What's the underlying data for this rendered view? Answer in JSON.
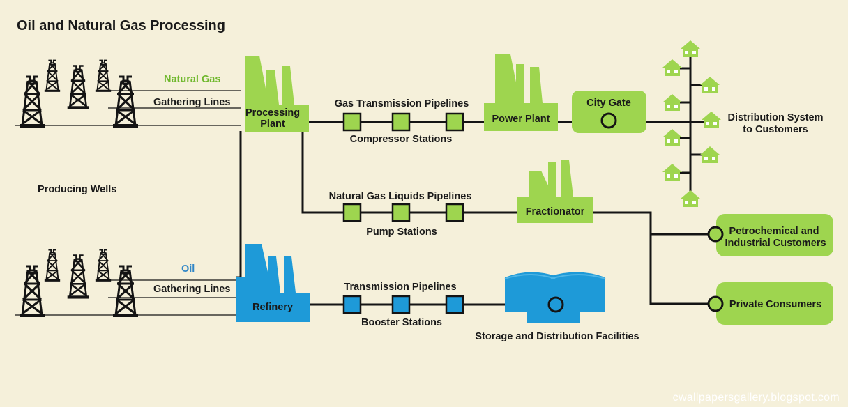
{
  "title": "Oil and Natural Gas Processing",
  "labels": {
    "natural_gas": "Natural Gas",
    "gathering_lines_gas": "Gathering Lines",
    "producing_wells": "Producing Wells",
    "oil": "Oil",
    "gathering_lines_oil": "Gathering Lines",
    "processing_plant_line1": "Processing",
    "processing_plant_line2": "Plant",
    "refinery": "Refinery",
    "gas_transmission_pipelines": "Gas Transmission Pipelines",
    "compressor_stations": "Compressor Stations",
    "power_plant": "Power Plant",
    "city_gate": "City Gate",
    "distribution_line1": "Distribution System",
    "distribution_line2": "to Customers",
    "ngl_pipelines": "Natural Gas Liquids Pipelines",
    "pump_stations": "Pump Stations",
    "fractionator": "Fractionator",
    "petrochemical_line1": "Petrochemical and",
    "petrochemical_line2": "Industrial Customers",
    "private_consumers": "Private Consumers",
    "transmission_pipelines": "Transmission Pipelines",
    "booster_stations": "Booster Stations",
    "storage_distribution": "Storage and Distribution Facilities"
  },
  "watermark": "cwallpapersgallery.blogspot.com",
  "colors": {
    "background": "#f5f0da",
    "gas_green": "#9ed54f",
    "gas_label_green": "#6fb82c",
    "oil_blue": "#1e9ad8",
    "oil_label_blue": "#2f86c7",
    "line": "#141414"
  }
}
